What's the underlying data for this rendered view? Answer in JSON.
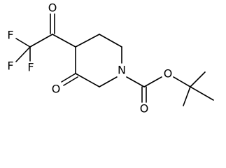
{
  "molecule": {
    "atoms": {
      "o_acyl": "O",
      "f_upper": "F",
      "f_lower": "F",
      "f_bottom": "F",
      "o_ketone": "O",
      "n_ring": "N",
      "o_carbonyl": "O",
      "o_ester": "O"
    }
  }
}
